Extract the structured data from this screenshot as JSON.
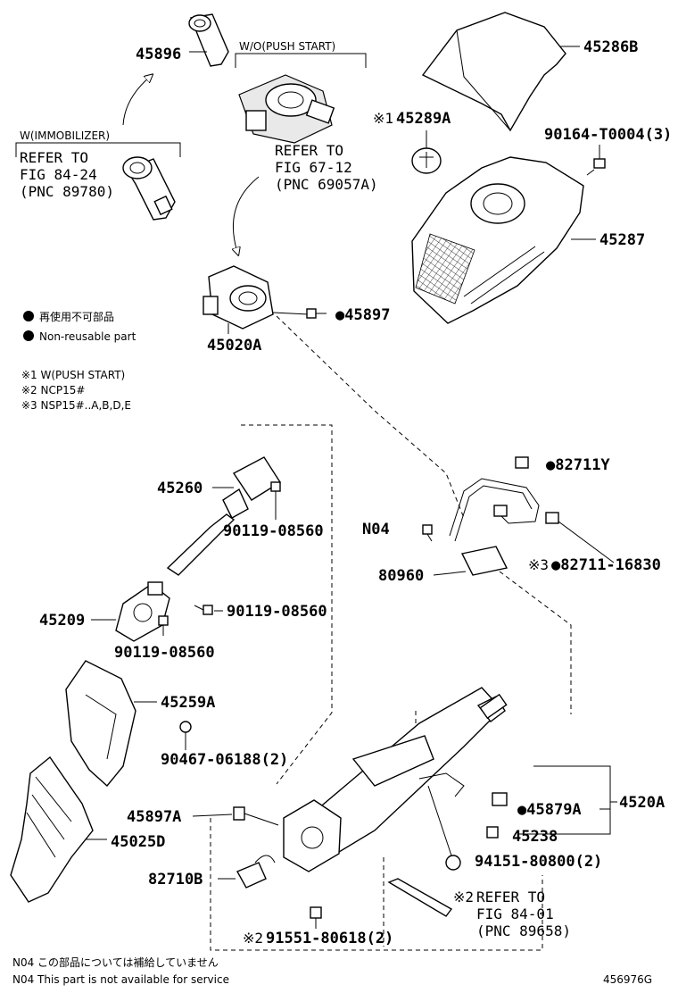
{
  "part_labels": {
    "p45896": "45896",
    "p45286B": "45286B",
    "p45289A": "45289A",
    "p90164": "90164-T0004(3)",
    "p45287": "45287",
    "p45020A": "45020A",
    "p45897": "45897",
    "p45260": "45260",
    "p90119a": "90119-08560",
    "p90119b": "90119-08560",
    "p90119c": "90119-08560",
    "p45209": "45209",
    "p82711Y": "82711Y",
    "pN04": "N04",
    "p80960": "80960",
    "p82711_16830": "82711-16830",
    "p45259A": "45259A",
    "p90467": "90467-06188(2)",
    "p45025D": "45025D",
    "p45897A": "45897A",
    "p45879A": "45879A",
    "p4520A": "4520A",
    "p45238": "45238",
    "p82710B": "82710B",
    "p94151": "94151-80800(2)",
    "p91551": "91551-80618(2)"
  },
  "marks": {
    "m1": "※1",
    "m2a": "※2",
    "m2b": "※2",
    "m3": "※3",
    "dot": "●"
  },
  "notes": {
    "wo_push_start": "W/O(PUSH START)",
    "w_immobilizer": "W(IMMOBILIZER)",
    "refer_84_24": [
      "REFER TO",
      "FIG 84-24",
      "(PNC 89780)"
    ],
    "refer_67_12": [
      "REFER TO",
      "FIG 67-12",
      "(PNC 69057A)"
    ],
    "refer_84_01": [
      "REFER TO",
      "FIG 84-01",
      "(PNC 89658)"
    ]
  },
  "legend": {
    "nonreusable_jp": "再使用不可部品",
    "nonreusable_en": "Non-reusable part",
    "note1": "※1  W(PUSH START)",
    "note2": "※2  NCP15#",
    "note3": "※3  NSP15#..A,B,D,E"
  },
  "footer": {
    "n04_jp": "N04   この部品については補給していません",
    "n04_en": "N04   This part is not available for service",
    "figure_id": "456976G"
  }
}
